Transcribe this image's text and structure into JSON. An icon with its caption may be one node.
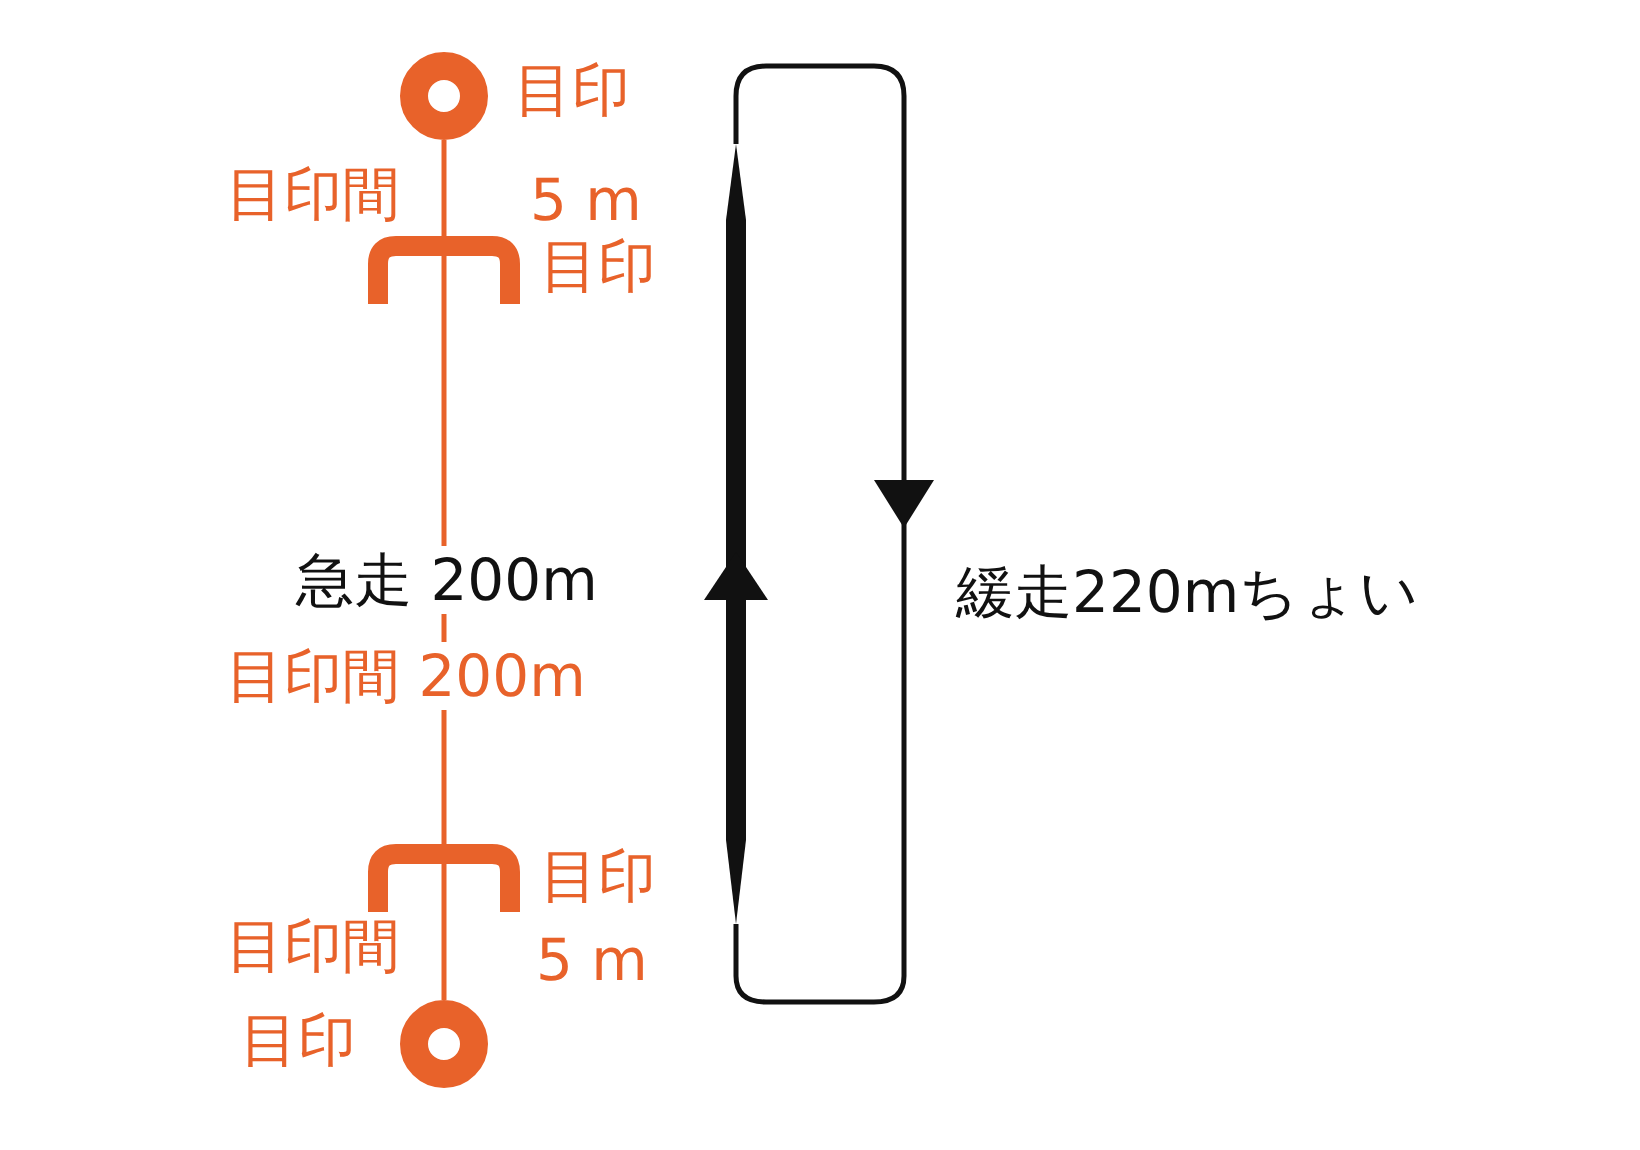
{
  "diagram": {
    "nodes": [
      {
        "text": [],
        "shape": "circle",
        "beside": [
          "目印"
        ]
      },
      {
        "text": [],
        "shape": "arch",
        "beside": [
          "目印"
        ]
      },
      {
        "text": [],
        "shape": "arch",
        "beside": [
          "目印"
        ]
      },
      {
        "text": [],
        "shape": "circle",
        "beside": [
          "目印"
        ]
      }
    ],
    "edges": [
      {
        "from": 0,
        "to": 1,
        "arrow": "none"
      },
      {
        "from": 1,
        "to": 2,
        "arrow": "none"
      },
      {
        "from": 2,
        "to": 3,
        "arrow": "none"
      }
    ],
    "labels": [
      "目印間",
      "5 m",
      "急走 200m",
      "目印間 200m",
      "緩走220mちょい",
      "目印間",
      "5 m"
    ]
  }
}
